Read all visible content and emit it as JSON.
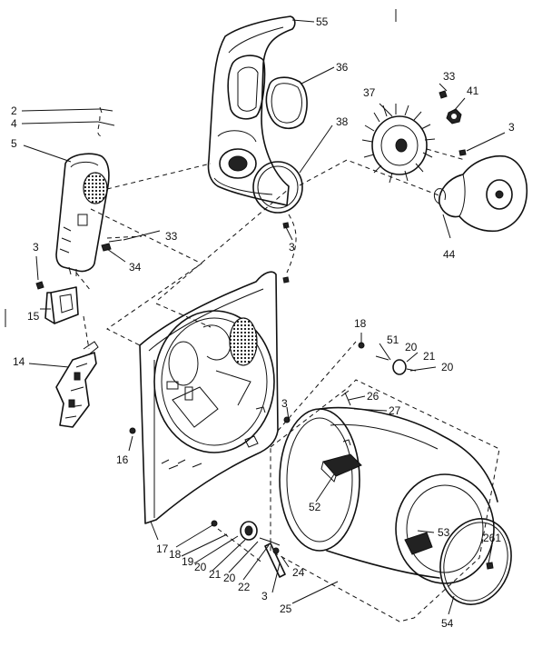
{
  "labels": {
    "p55": "55",
    "p36": "36",
    "p37": "37",
    "p33a": "33",
    "p41": "41",
    "p3a": "3",
    "p38": "38",
    "p44": "44",
    "p3b": "3",
    "p2": "2",
    "p4": "4",
    "p5": "5",
    "p33b": "33",
    "p3c": "3",
    "p34": "34",
    "p15": "15",
    "p14": "14",
    "p18a": "18",
    "p51": "51",
    "p20a": "20",
    "p21a": "21",
    "p20b": "20",
    "p3d": "3",
    "p26": "26",
    "p27": "27",
    "p16": "16",
    "p52": "52",
    "p53": "53",
    "p261": "261",
    "p17": "17",
    "p18b": "18",
    "p19": "19",
    "p20c": "20",
    "p21b": "21",
    "p20d": "20",
    "p22": "22",
    "p24": "24",
    "p3e": "3",
    "p25": "25",
    "p54": "54"
  }
}
